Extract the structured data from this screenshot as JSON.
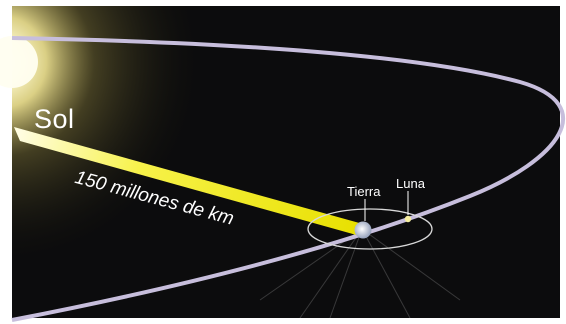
{
  "labels": {
    "sun": "Sol",
    "distance": "150 millones de km",
    "earth": "Tierra",
    "moon": "Luna"
  },
  "colors": {
    "background": "#0c0c0d",
    "earth_orbit": "#c7bedc",
    "moon_orbit": "#d9d9d9",
    "sun_glow": "#fff6b0",
    "distance_beam": "#f4f000",
    "earth": "#dfe3ec",
    "moon": "#f6efa0"
  }
}
